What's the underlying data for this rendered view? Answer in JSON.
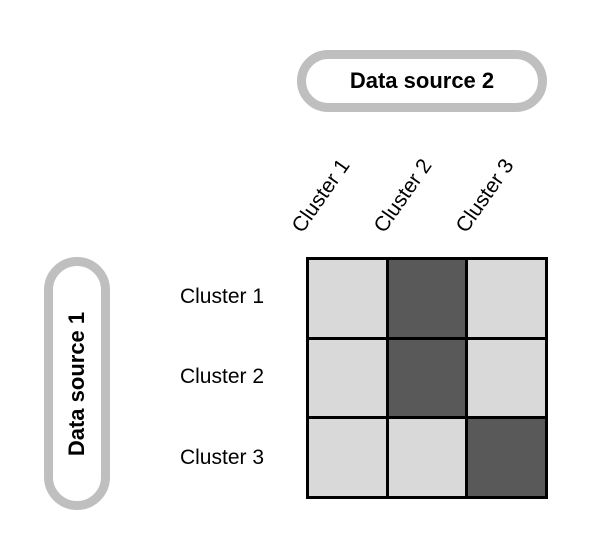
{
  "pills": {
    "top": {
      "label": "Data source 2"
    },
    "left": {
      "label": "Data source 1"
    }
  },
  "matrix": {
    "columns": [
      "Cluster 1",
      "Cluster 2",
      "Cluster 3"
    ],
    "rows": [
      "Cluster 1",
      "Cluster 2",
      "Cluster 3"
    ],
    "cells": [
      [
        0,
        1,
        0
      ],
      [
        0,
        1,
        0
      ],
      [
        0,
        0,
        1
      ]
    ]
  },
  "colors": {
    "cell_light": "#d9d9d9",
    "cell_dark": "#595959",
    "pill_border": "#bfbfbf",
    "grid_line": "#000000",
    "text": "#000000",
    "background": "#ffffff"
  }
}
